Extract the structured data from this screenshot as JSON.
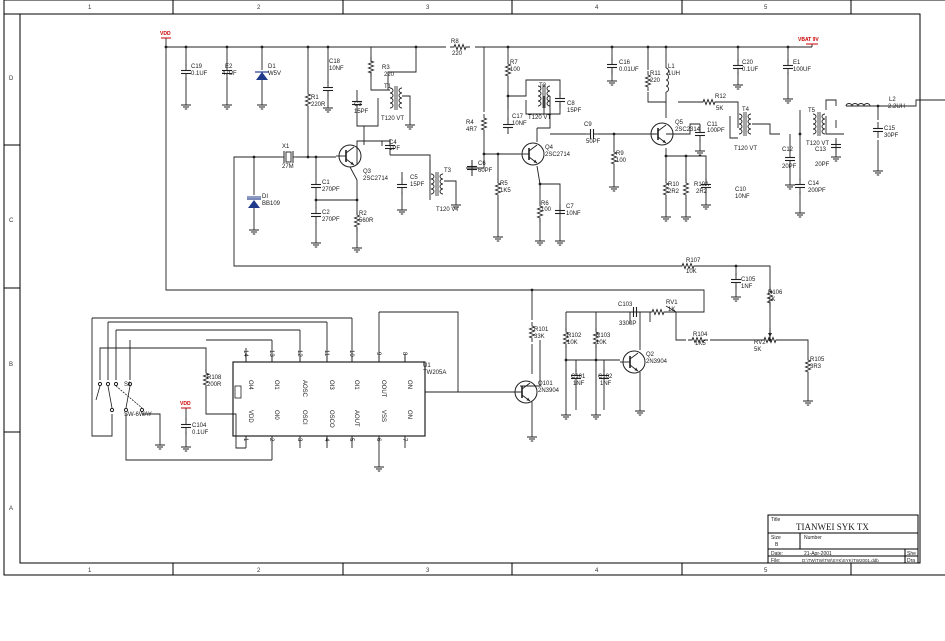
{
  "zones": {
    "columns": [
      "1",
      "2",
      "3",
      "4",
      "5"
    ],
    "rows": [
      "D",
      "C",
      "B",
      "A"
    ]
  },
  "title_block": {
    "title_label": "Title",
    "title": "TIANWEI SYK TX",
    "size_label": "Size",
    "size": "B",
    "number_label": "Number",
    "date_label": "Date:",
    "date": "21-Apr-2001",
    "file_label": "File:",
    "file": "D:\\TW\\TW\\TW\\SYK\\SYK\\TW2001.ddb",
    "sheet_label": "She",
    "drawn_label": "Dra"
  },
  "power": {
    "vdd": "VDD",
    "vbat": "VBAT 9V"
  },
  "parts": {
    "c19": "C19",
    "c19v": "0.1UF",
    "e2": "E2",
    "e2v": "47UF",
    "d1": "D1",
    "d1v": "W5V",
    "c18": "C18",
    "c18v": "10NF",
    "r1": "R1",
    "r1v": "220R",
    "r3": "R3",
    "r3v": "220",
    "r8": "R8",
    "r8v": "220",
    "c3": "C3",
    "c3v": "15PF",
    "t1": "T1",
    "t1v": "T120 VT",
    "x1": "X1",
    "x1v": "27M",
    "c4": "C4",
    "c4v": "1PF",
    "q3": "Q3",
    "q3v": "2SC2714",
    "di": "DI",
    "div": "BB109",
    "c1": "C1",
    "c1v": "270PF",
    "c2": "C2",
    "c2v": "270PF",
    "r2": "R2",
    "r2v": "560R",
    "c5": "C5",
    "c5v": "15PF",
    "t3": "T3",
    "t3v": "T120 VT",
    "c6": "C6",
    "c6v": "60PF",
    "r4": "R4",
    "r4v": "4R7",
    "r7": "R7",
    "r7v": "100",
    "c17": "C17",
    "c17v": "10NF",
    "t2": "T2",
    "t2v": "T120 VT",
    "c8": "C8",
    "c8v": "15PF",
    "q4": "Q4",
    "q4v": "2SC2714",
    "r5": "R5",
    "r5v": "1K5",
    "r6": "R6",
    "r6v": "100",
    "c7": "C7",
    "c7v": "10NF",
    "c9": "C9",
    "c9v": "50PF",
    "r9": "R9",
    "r9v": "100",
    "c16": "C16",
    "c16v": "0.01UF",
    "r11": "R11",
    "r11v": "220",
    "l1": "L1",
    "l1v": "1UH",
    "q5": "Q5",
    "q5v": "2SC2314",
    "r10": "R10",
    "r10v": "2R2",
    "r10a": "R10A",
    "r10av": "2R2",
    "c10": "C10",
    "c10v": "10NF",
    "c20": "C20",
    "c20v": "0.1UF",
    "e1": "E1",
    "e1v": "100UF",
    "r12": "R12",
    "r12v": "5K",
    "c11": "C11",
    "c11v": "100PF",
    "t4": "T4",
    "t4v": "T120 VT",
    "t5": "T5",
    "t5v": "T120 VT",
    "c12": "C12",
    "c12v": "20PF",
    "c13": "C13",
    "c13v": "20PF",
    "c14": "C14",
    "c14v": "200PF",
    "l2": "L2",
    "l2v": "2.2UH",
    "c15": "C15",
    "c15v": "30PF",
    "r107": "R107",
    "r107v": "10K",
    "c105": "C105",
    "c105v": "1NF",
    "r106": "R106",
    "r106v": "1K",
    "r101": "R101",
    "r101v": "33K",
    "r102": "R102",
    "r102v": "10K",
    "r103": "R103",
    "r103v": "10K",
    "c103": "C103",
    "c103v": "3300P",
    "rv1": "RV1",
    "rv1v": "1K",
    "r104": "R104",
    "r104v": "1K5",
    "rv2": "RV2",
    "rv2v": "5K",
    "r105": "R105",
    "r105v": "3R3",
    "q101": "Q101",
    "q101v": "2N3904",
    "q2": "Q2",
    "q2v": "2N3904",
    "c101": "C101",
    "c101v": "1NF",
    "c102": "C102",
    "c102v": "1NF",
    "r108": "R108",
    "r108v": "200R",
    "c104": "C104",
    "c104v": "0.1UF",
    "s1": "S1",
    "s1v": "SW-6WAY",
    "u1": "U1",
    "u1v": "TW205A"
  },
  "ic_pins": {
    "top": [
      "OI4",
      "OI1",
      "AOSC",
      "OI3",
      "OI1",
      "OOUT",
      "ON"
    ],
    "bottom": [
      "VDD",
      "OI0",
      "OSCI",
      "OSCO",
      "AOUT",
      "VSS",
      "ON"
    ],
    "top_nums": [
      "14",
      "13",
      "12",
      "11",
      "10",
      "9",
      "8"
    ],
    "bottom_nums": [
      "1",
      "2",
      "3",
      "4",
      "5",
      "6",
      "7"
    ]
  }
}
